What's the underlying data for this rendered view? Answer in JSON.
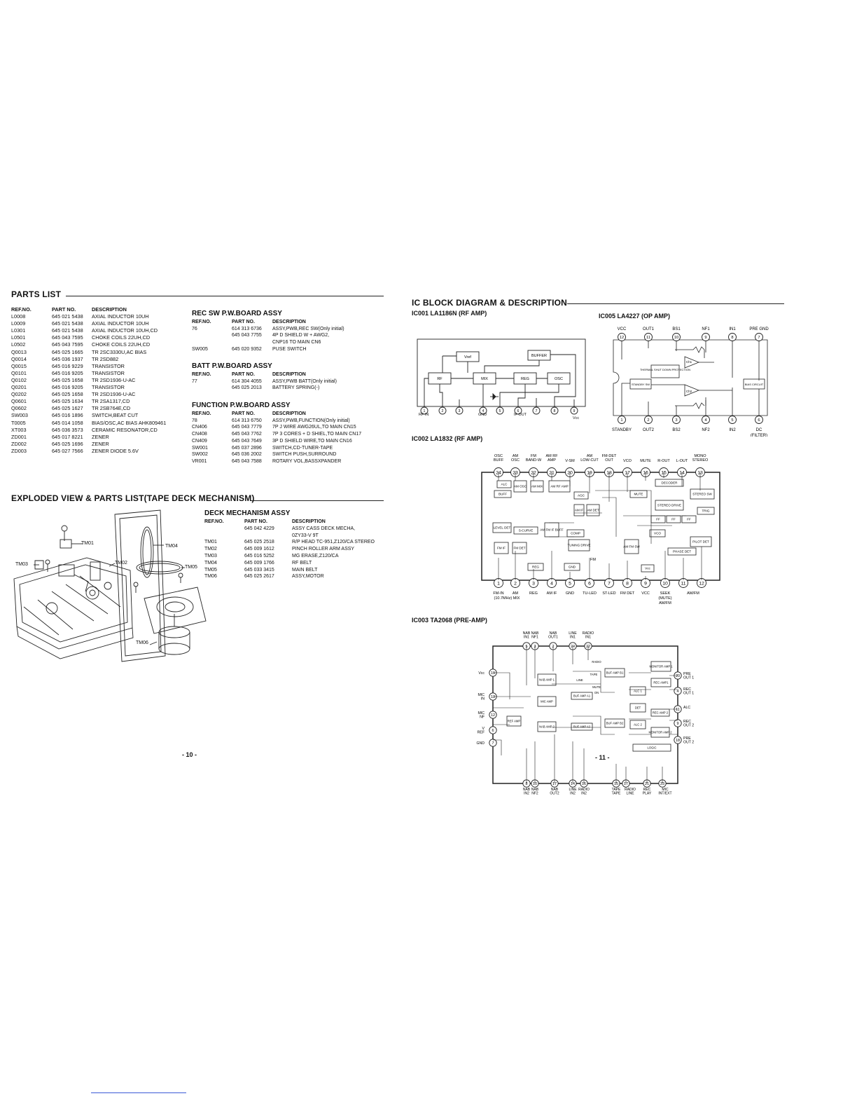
{
  "parts_list": {
    "title": "PARTS LIST",
    "headers": [
      "REF.NO.",
      "PART NO.",
      "DESCRIPTION"
    ],
    "rows": [
      [
        "L0008",
        "645 021 5438",
        "AXIAL INDUCTOR 10UH"
      ],
      [
        "L0009",
        "645 021 5438",
        "AXIAL INDUCTOR 10UH"
      ],
      [
        "L0301",
        "645 021 5438",
        "AXIAL INDUCTOR 10UH,CD"
      ],
      [
        "L0501",
        "645 043 7595",
        "CHOKE COILS 22UH,CD"
      ],
      [
        "L0502",
        "645 043 7595",
        "CHOKE COILS 22UH,CD"
      ],
      [
        "Q0013",
        "645 025 1665",
        "TR 2SC3330U,AC BIAS"
      ],
      [
        "Q0014",
        "645 036 1937",
        "TR 2SD882"
      ],
      [
        "Q0015",
        "645 016 9229",
        "TRANSISTOR"
      ],
      [
        "Q0101",
        "645 016 9205",
        "TRANSISTOR"
      ],
      [
        "Q0102",
        "645 025 1658",
        "TR 2SD1936-U-AC"
      ],
      [
        "Q0201",
        "645 016 9205",
        "TRANSISTOR"
      ],
      [
        "Q0202",
        "645 025 1658",
        "TR 2SD1936-U-AC"
      ],
      [
        "Q0601",
        "645 025 1634",
        "TR 2SA1317,CD"
      ],
      [
        "Q0602",
        "645 025 1627",
        "TR 2SB764E,CD"
      ],
      [
        "SW003",
        "645 016 1896",
        "SWITCH,BEAT CUT"
      ],
      [
        "T0005",
        "645 014 1058",
        "BIAS/OSC,AC BIAS AHK809461"
      ],
      [
        "XT003",
        "645 036 3573",
        "CERAMIC RESONATOR,CD"
      ],
      [
        "ZD001",
        "645 017 8221",
        "ZENER"
      ],
      [
        "ZD002",
        "645 025 1696",
        "ZENER"
      ],
      [
        "ZD003",
        "645 027 7566",
        "ZENER DIODE 5.6V"
      ]
    ]
  },
  "rec_sw": {
    "title": "REC SW P.W.BOARD ASSY",
    "headers": [
      "REF.NO.",
      "PART NO.",
      "DESCRIPTION"
    ],
    "rows": [
      [
        "76",
        "614 313 6736",
        "ASSY,PWB,REC SW(Only initial)"
      ],
      [
        "",
        "645 043 7755",
        "4P D SHIELD W + AWG2,"
      ],
      [
        "",
        "",
        "CNP16 TO MAIN CN6"
      ],
      [
        "SW005",
        "645 020 9352",
        "PUSE SWITCH"
      ]
    ]
  },
  "batt": {
    "title": "BATT P.W.BOARD ASSY",
    "headers": [
      "REF.NO.",
      "PART NO.",
      "DESCRIPTION"
    ],
    "rows": [
      [
        "77",
        "614 304 4055",
        "ASSY,PWB BATT(Only initial)"
      ],
      [
        "",
        "645 025 2013",
        "BATTERY SPRING(-)"
      ]
    ]
  },
  "function": {
    "title": "FUNCTION P.W.BOARD ASSY",
    "headers": [
      "REF.NO.",
      "PART NO.",
      "DESCRIPTION"
    ],
    "rows": [
      [
        "78",
        "614 313 6750",
        "ASSY,PWB,FUNCTION(Only initial)"
      ],
      [
        "CN406",
        "645 043 7779",
        "7P J WIRE AWG26UL,TO MAIN CN15"
      ],
      [
        "CN408",
        "645 043 7762",
        "7P 3 CORES + D SHIEL,TO MAIN CN17"
      ],
      [
        "CN409",
        "645 043 7649",
        "3P D SHIELD WIRE,TO MAIN CN16"
      ],
      [
        "SW001",
        "645 037 2896",
        "SWITCH,CD-TUNER-TAPE"
      ],
      [
        "SW002",
        "645 036 2002",
        "SWITCH PUSH,SURROUND"
      ],
      [
        "VR001",
        "645 043 7588",
        "ROTARY VOL,BASSXPANDER"
      ]
    ]
  },
  "exploded": {
    "title": "EXPLODED VIEW & PARTS LIST(TAPE DECK MECHANISM)",
    "labels": [
      "TM01",
      "TM02",
      "TM03",
      "TM04",
      "TM05",
      "TM06"
    ]
  },
  "deck": {
    "title": "DECK MECHANISM ASSY",
    "headers": [
      "REF.NO.",
      "PART NO.",
      "DESCRIPTION"
    ],
    "rows": [
      [
        "",
        "645 042 4229",
        "ASSY CASS DECK MECHA,"
      ],
      [
        "",
        "",
        "0ZY33-V 9T"
      ],
      [
        "TM01",
        "645 025 2518",
        "R/P HEAD TC-951,Z120/CA STEREO"
      ],
      [
        "TM02",
        "645 009 1612",
        "PINCH ROLLER ARM ASSY"
      ],
      [
        "TM03",
        "645 016 5252",
        "MG ERASE,Z120/CA"
      ],
      [
        "TM04",
        "645 009 1766",
        "RF BELT"
      ],
      [
        "TM05",
        "645 033 3415",
        "MAIN BELT"
      ],
      [
        "TM06",
        "645 025 2617",
        "ASSY,MOTOR"
      ]
    ]
  },
  "page_left": "- 10 -",
  "page_right": "- 11 -",
  "ic": {
    "title": "IC BLOCK DIAGRAM & DESCRIPTION",
    "ic001": {
      "title": "IC001 LA1186N (RF AMP)",
      "blocks": [
        "Vref",
        "BUFFER",
        "RF",
        "MIX",
        "REG",
        "OSC"
      ],
      "pins": [
        "1",
        "2",
        "3",
        "4",
        "5",
        "6",
        "7",
        "8",
        "9"
      ],
      "pin_labels": [
        "RF IN",
        "GND",
        "IF OUT",
        "Vcc"
      ]
    },
    "ic005": {
      "title": "IC005 LA4227 (OP AMP)",
      "top_labels": [
        "VCC",
        "OUT1",
        "BS1",
        "NF1",
        "IN1",
        "PRE GND"
      ],
      "top_pins": [
        "12",
        "11",
        "10",
        "9",
        "8",
        "7"
      ],
      "bottom_labels": [
        "STANDBY",
        "OUT2",
        "BS2",
        "NF2",
        "IN2",
        "DC"
      ],
      "bottom_extra": "(FILTER)",
      "bottom_pins": [
        "1",
        "2",
        "3",
        "4",
        "5",
        "6"
      ],
      "blocks": [
        "Ch1",
        "THERMAL SHUT DOWN PROTECTION",
        "STANDBY SW",
        "BIAS CIRCUIT",
        "Ch2"
      ]
    },
    "ic002": {
      "title": "IC002 LA1832 (RF AMP)",
      "top_labels": [
        "OSC BUFF",
        "AM OSC",
        "FM BAND-W",
        "AM RF AMP",
        "V-SM",
        "AM LOW-CUT",
        "FM-DET OUT",
        "VCO",
        "MUTE",
        "R-OUT",
        "L-OUT",
        "MONO STEREO"
      ],
      "top_pins": [
        "24",
        "23",
        "22",
        "21",
        "20",
        "19",
        "18",
        "17",
        "16",
        "15",
        "14",
        "13"
      ],
      "bottom_pins": [
        "1",
        "2",
        "3",
        "4",
        "5",
        "6",
        "7",
        "8",
        "9",
        "10",
        "11",
        "12"
      ],
      "bottom_labels": [
        "FM-IN",
        "AM",
        "REG",
        "AM IF",
        "GND",
        "TU-LED",
        "ST-LED",
        "FM DET",
        "VCC",
        "SEEK",
        "AM/FM"
      ],
      "bottom_sub": [
        "(10.7MHz) MIX",
        "(MUTE)",
        "AM/FM"
      ],
      "blocks": [
        "ALC",
        "AM OSC",
        "AM MIX",
        "AM RF AMP",
        "BUFF",
        "AGC",
        "AM IF",
        "AM DET",
        "MUTE",
        "DECODER",
        "STEREO SW",
        "STEREO DRIVE",
        "TRIG",
        "FF",
        "FF",
        "FF",
        "VCO",
        "LEVEL DET",
        "S-CURVE",
        "AM FM IF BUFF",
        "COMP",
        "FM IF",
        "FM DET",
        "TUNING DRIVE",
        "AM FM SW",
        "PILOT DET",
        "PHASE DET",
        "REG",
        "GND",
        "Vcc",
        "FM"
      ]
    },
    "ic003": {
      "title": "IC003 TA2068 (PRE-AMP)",
      "top_labels": [
        "NAB IN1",
        "NAB NF1",
        "NAB OUT1",
        "LINE IN1",
        "RADIO IN1"
      ],
      "top_pins": [
        "5",
        "3",
        "2",
        "24",
        "22"
      ],
      "left_labels": [
        "Vcc",
        "MIC IN",
        "MIC NF",
        "V REF",
        "GND"
      ],
      "left_pins": [
        "19",
        "13",
        "12",
        "6",
        "7"
      ],
      "right_labels": [
        "PRE OUT 1",
        "REC OUT 1",
        "ALC",
        "REC OUT 2",
        "PRE OUT 2"
      ],
      "right_pins": [
        "20",
        "4",
        "11",
        "9",
        "18"
      ],
      "bottom_pins": [
        "8",
        "10",
        "17",
        "14",
        "16",
        "15",
        "17",
        "21",
        "23"
      ],
      "bottom_labels": [
        "NAB IN2",
        "NAB NF2",
        "NAB OUT2",
        "LINE IN2",
        "RADIO IN2",
        "TAPE TAPE",
        "RADIO LINE",
        "REC PLAY",
        "MIC INT/EXT"
      ],
      "blocks": [
        "NAB AMP 1",
        "BUF AMP B1",
        "MONITOR AMP 1",
        "REC AMP1",
        "ALC 1",
        "MIC AMP",
        "BUF AMP A1",
        "REF AMP",
        "DET",
        "REC AMP 2",
        "NAB AMP 2",
        "BUF AMP A2",
        "BUF AMP B2",
        "ALC 2",
        "MONITOR AMP 2",
        "LOGIC"
      ],
      "switch_labels": [
        "RADIO",
        "TAPE",
        "LINE",
        "MUTE",
        "ON"
      ]
    }
  }
}
